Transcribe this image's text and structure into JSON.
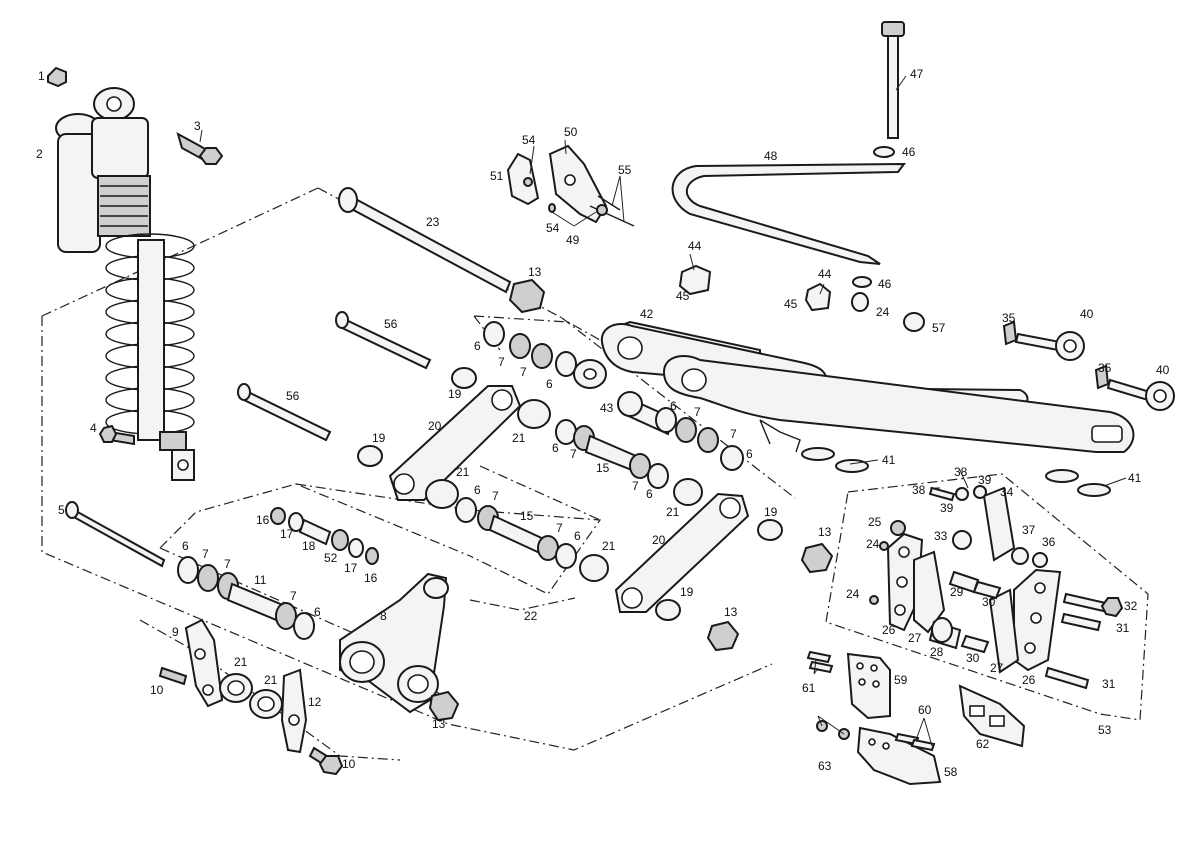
{
  "diagram": {
    "line_color": "#1a1a1a",
    "background": "#ffffff",
    "callouts": [
      {
        "id": "c1",
        "text": "1"
      },
      {
        "id": "c2",
        "text": "2"
      },
      {
        "id": "c3",
        "text": "3"
      },
      {
        "id": "c4",
        "text": "4"
      },
      {
        "id": "c5",
        "text": "5"
      },
      {
        "id": "c6a",
        "text": "6"
      },
      {
        "id": "c7a",
        "text": "7"
      },
      {
        "id": "c7b",
        "text": "7"
      },
      {
        "id": "c11",
        "text": "11"
      },
      {
        "id": "c7c",
        "text": "7"
      },
      {
        "id": "c6b",
        "text": "6"
      },
      {
        "id": "c8",
        "text": "8"
      },
      {
        "id": "c9",
        "text": "9"
      },
      {
        "id": "c10a",
        "text": "10"
      },
      {
        "id": "c21a",
        "text": "21"
      },
      {
        "id": "c21b",
        "text": "21"
      },
      {
        "id": "c12",
        "text": "12"
      },
      {
        "id": "c10b",
        "text": "10"
      },
      {
        "id": "c13a",
        "text": "13"
      },
      {
        "id": "c16a",
        "text": "16"
      },
      {
        "id": "c17a",
        "text": "17"
      },
      {
        "id": "c18",
        "text": "18"
      },
      {
        "id": "c52",
        "text": "52"
      },
      {
        "id": "c17b",
        "text": "17"
      },
      {
        "id": "c16b",
        "text": "16"
      },
      {
        "id": "c56a",
        "text": "56"
      },
      {
        "id": "c19a",
        "text": "19"
      },
      {
        "id": "c56b",
        "text": "56"
      },
      {
        "id": "c23",
        "text": "23"
      },
      {
        "id": "c13b",
        "text": "13"
      },
      {
        "id": "c6c",
        "text": "6"
      },
      {
        "id": "c7d",
        "text": "7"
      },
      {
        "id": "c7e",
        "text": "7"
      },
      {
        "id": "c6d",
        "text": "6"
      },
      {
        "id": "c43",
        "text": "43"
      },
      {
        "id": "c19b",
        "text": "19"
      },
      {
        "id": "c20a",
        "text": "20"
      },
      {
        "id": "c21c",
        "text": "21"
      },
      {
        "id": "c6e",
        "text": "6"
      },
      {
        "id": "c7f",
        "text": "7"
      },
      {
        "id": "c15a",
        "text": "15"
      },
      {
        "id": "c7g",
        "text": "7"
      },
      {
        "id": "c6f",
        "text": "6"
      },
      {
        "id": "c21d",
        "text": "21"
      },
      {
        "id": "c6g",
        "text": "6"
      },
      {
        "id": "c7h",
        "text": "7"
      },
      {
        "id": "c15b",
        "text": "15"
      },
      {
        "id": "c7i",
        "text": "7"
      },
      {
        "id": "c6h",
        "text": "6"
      },
      {
        "id": "c21e",
        "text": "21"
      },
      {
        "id": "c22",
        "text": "22"
      },
      {
        "id": "c21f",
        "text": "21"
      },
      {
        "id": "c20b",
        "text": "20"
      },
      {
        "id": "c19c",
        "text": "19"
      },
      {
        "id": "c13c",
        "text": "13"
      },
      {
        "id": "c19d",
        "text": "19"
      },
      {
        "id": "c13d",
        "text": "13"
      },
      {
        "id": "c6i",
        "text": "6"
      },
      {
        "id": "c7j",
        "text": "7"
      },
      {
        "id": "c7k",
        "text": "7"
      },
      {
        "id": "c6j",
        "text": "6"
      },
      {
        "id": "c54a",
        "text": "54"
      },
      {
        "id": "c50",
        "text": "50"
      },
      {
        "id": "c51",
        "text": "51"
      },
      {
        "id": "c55",
        "text": "55"
      },
      {
        "id": "c54b",
        "text": "54"
      },
      {
        "id": "c49",
        "text": "49"
      },
      {
        "id": "c48",
        "text": "48"
      },
      {
        "id": "c47",
        "text": "47"
      },
      {
        "id": "c46a",
        "text": "46"
      },
      {
        "id": "c44a",
        "text": "44"
      },
      {
        "id": "c45a",
        "text": "45"
      },
      {
        "id": "c44b",
        "text": "44"
      },
      {
        "id": "c45b",
        "text": "45"
      },
      {
        "id": "c46b",
        "text": "46"
      },
      {
        "id": "c24a",
        "text": "24"
      },
      {
        "id": "c57",
        "text": "57"
      },
      {
        "id": "c42",
        "text": "42"
      },
      {
        "id": "c35a",
        "text": "35"
      },
      {
        "id": "c40a",
        "text": "40"
      },
      {
        "id": "c35b",
        "text": "35"
      },
      {
        "id": "c40b",
        "text": "40"
      },
      {
        "id": "c41a",
        "text": "41"
      },
      {
        "id": "c41b",
        "text": "41"
      },
      {
        "id": "c38a",
        "text": "38"
      },
      {
        "id": "c38b",
        "text": "38"
      },
      {
        "id": "c39a",
        "text": "39"
      },
      {
        "id": "c39b",
        "text": "39"
      },
      {
        "id": "c34",
        "text": "34"
      },
      {
        "id": "c25",
        "text": "25"
      },
      {
        "id": "c24b",
        "text": "24"
      },
      {
        "id": "c33",
        "text": "33"
      },
      {
        "id": "c37",
        "text": "37"
      },
      {
        "id": "c36",
        "text": "36"
      },
      {
        "id": "c24c",
        "text": "24"
      },
      {
        "id": "c29",
        "text": "29"
      },
      {
        "id": "c30a",
        "text": "30"
      },
      {
        "id": "c32",
        "text": "32"
      },
      {
        "id": "c26a",
        "text": "26"
      },
      {
        "id": "c27a",
        "text": "27"
      },
      {
        "id": "c31a",
        "text": "31"
      },
      {
        "id": "c28",
        "text": "28"
      },
      {
        "id": "c30b",
        "text": "30"
      },
      {
        "id": "c27b",
        "text": "27"
      },
      {
        "id": "c26b",
        "text": "26"
      },
      {
        "id": "c31b",
        "text": "31"
      },
      {
        "id": "c53",
        "text": "53"
      },
      {
        "id": "c61",
        "text": "61"
      },
      {
        "id": "c59",
        "text": "59"
      },
      {
        "id": "c60",
        "text": "60"
      },
      {
        "id": "c62",
        "text": "62"
      },
      {
        "id": "c63",
        "text": "63"
      },
      {
        "id": "c58",
        "text": "58"
      }
    ]
  }
}
